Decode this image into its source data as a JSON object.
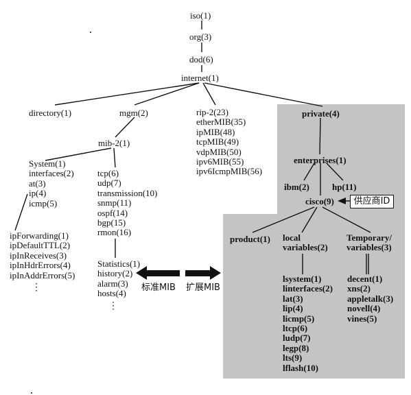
{
  "tree": {
    "iso": "iso(1)",
    "org": "org(3)",
    "dod": "dod(6)",
    "internet": "internet(1)",
    "directory": "directory(1)",
    "mgm": "mgm(2)",
    "mib2": "mib-2(1)",
    "rip_group": [
      "rip-2(23)",
      "etherMIB(35)",
      "ipMIB(48)",
      "tcpMIB(49)",
      "vdpMIB(50)",
      "ipv6MIB(55)",
      "ipv6IcmpMIB(56)"
    ],
    "system_group": [
      "System(1)",
      "interfaces(2)",
      "at(3)",
      "ip(4)",
      "icmp(5)"
    ],
    "tcp_group": [
      "tcp(6)",
      "udp(7)",
      "transmission(10)",
      "snmp(11)",
      "ospf(14)",
      "bgp(15)",
      "rmon(16)"
    ],
    "ip_group": [
      "ipForwarding(1)",
      "ipDefaultTTL(2)",
      "ipInReceives(3)",
      "ipInHdrErrors(4)",
      "ipInAddrErrors(5)"
    ],
    "ip_ellipsis": "⋮",
    "rmon_group": [
      "Statistics(1)",
      "history(2)",
      "alarm(3)",
      "hosts(4)"
    ],
    "rmon_ellipsis": "⋮",
    "private": "private(4)",
    "enterprises": "enterprises(1)",
    "ibm": "ibm(2)",
    "hp": "hp(11)",
    "cisco": "cisco(9)",
    "vendor_id": "供应商ID",
    "product": "product(1)",
    "local_variables": [
      "local",
      "variables(2)"
    ],
    "temporary_variables": [
      "Temporary/",
      "variables(3)"
    ],
    "local_group": [
      "lsystem(1)",
      "linterfaces(2)",
      "lat(3)",
      "lip(4)",
      "licmp(5)",
      "ltcp(6)",
      "ludp(7)",
      "legp(8)",
      "lts(9)",
      "lflash(10)"
    ],
    "temp_group": [
      "decent(1)",
      "xns(2)",
      "appletalk(3)",
      "novell(4)",
      "vines(5)"
    ]
  },
  "captions": {
    "standard_mib": "标准MIB",
    "extended_mib": "扩展MIB"
  },
  "colors": {
    "shade": "#c4c4c4",
    "ink": "#111111"
  }
}
